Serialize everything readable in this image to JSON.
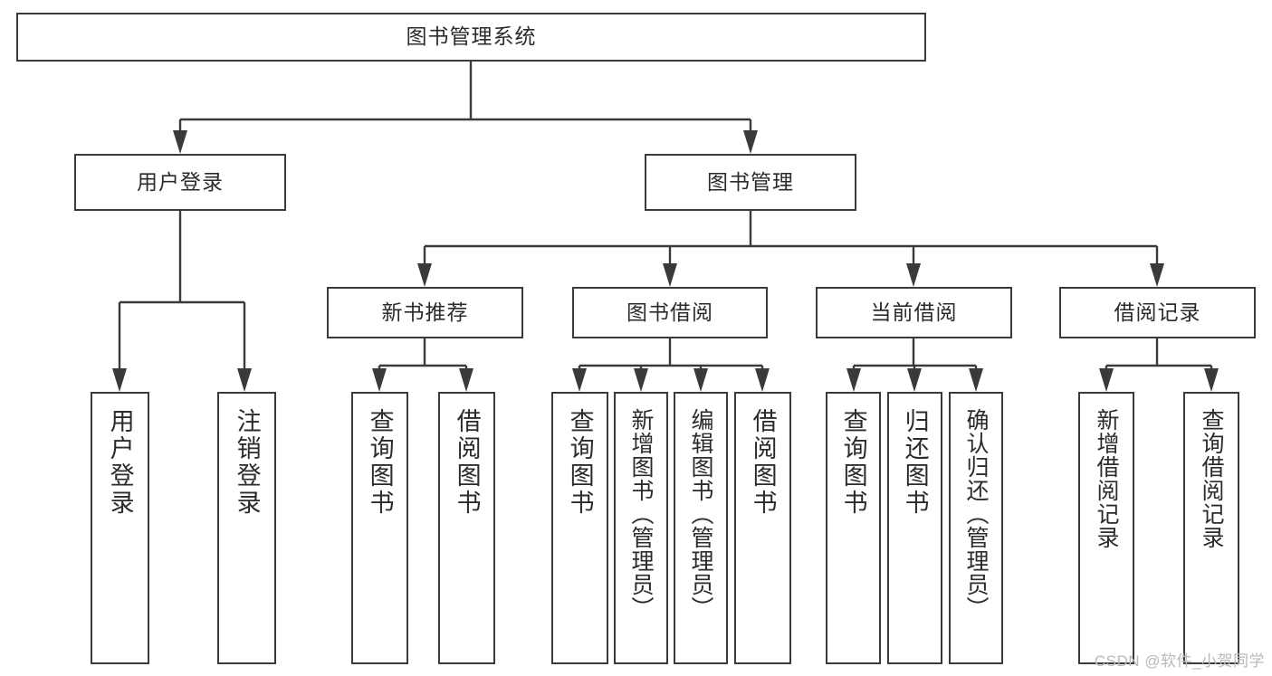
{
  "diagram": {
    "type": "tree",
    "title": "图书管理系统",
    "orientation": "top-down",
    "colors": {
      "box_border": "#3a3a3a",
      "box_fill": "#ffffff",
      "connector": "#3a3a3a",
      "text": "#2b2b2b",
      "watermark": "#b9b9b9"
    },
    "root": {
      "label": "图书管理系统"
    },
    "level2": [
      {
        "label": "用户登录"
      },
      {
        "label": "图书管理"
      }
    ],
    "level3": [
      {
        "label": "新书推荐"
      },
      {
        "label": "图书借阅"
      },
      {
        "label": "当前借阅"
      },
      {
        "label": "借阅记录"
      }
    ],
    "leaves": {
      "user_login": [
        {
          "label": "用户登录"
        },
        {
          "label": "注销登录"
        }
      ],
      "new_book_recommend": [
        {
          "label": "查询图书"
        },
        {
          "label": "借阅图书"
        }
      ],
      "book_borrow": [
        {
          "label": "查询图书"
        },
        {
          "label": "新增图书（管理员）"
        },
        {
          "label": "编辑图书（管理员）"
        },
        {
          "label": "借阅图书"
        }
      ],
      "current_borrow": [
        {
          "label": "查询图书"
        },
        {
          "label": "归还图书"
        },
        {
          "label": "确认归还（管理员）"
        }
      ],
      "borrow_record": [
        {
          "label": "新增借阅记录"
        },
        {
          "label": "查询借阅记录"
        }
      ]
    }
  },
  "watermark": {
    "text": "CSDN @软件_小贺同学"
  }
}
